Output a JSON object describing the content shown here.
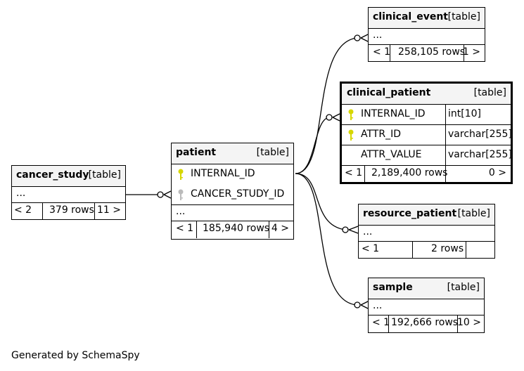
{
  "tables": {
    "clinical_event": {
      "name": "clinical_event",
      "kind": "[table]",
      "ellipsis": "...",
      "parents": "< 1",
      "rows": "258,105 rows",
      "children": "1 >"
    },
    "clinical_patient": {
      "name": "clinical_patient",
      "kind": "[table]",
      "columns": [
        {
          "name": "INTERNAL_ID",
          "type": "int[10]",
          "key": "primary"
        },
        {
          "name": "ATTR_ID",
          "type": "varchar[255]",
          "key": "primary"
        },
        {
          "name": "ATTR_VALUE",
          "type": "varchar[255]",
          "key": "none"
        }
      ],
      "parents": "< 1",
      "rows": "2,189,400 rows",
      "children": "0 >"
    },
    "patient": {
      "name": "patient",
      "kind": "[table]",
      "columns": [
        {
          "name": "INTERNAL_ID",
          "key": "primary"
        },
        {
          "name": "CANCER_STUDY_ID",
          "key": "foreign"
        }
      ],
      "ellipsis": "...",
      "parents": "< 1",
      "rows": "185,940 rows",
      "children": "4 >"
    },
    "cancer_study": {
      "name": "cancer_study",
      "kind": "[table]",
      "ellipsis": "...",
      "parents": "< 2",
      "rows": "379 rows",
      "children": "11 >"
    },
    "resource_patient": {
      "name": "resource_patient",
      "kind": "[table]",
      "ellipsis": "...",
      "parents": "< 1",
      "rows": "2 rows",
      "children": ""
    },
    "sample": {
      "name": "sample",
      "kind": "[table]",
      "ellipsis": "...",
      "parents": "< 1",
      "rows": "192,666 rows",
      "children": "10 >"
    }
  },
  "colors": {
    "primary_key": "#d7d700",
    "foreign_key": "#bbbbbb"
  },
  "footer": {
    "generated_by": "Generated by SchemaSpy"
  }
}
